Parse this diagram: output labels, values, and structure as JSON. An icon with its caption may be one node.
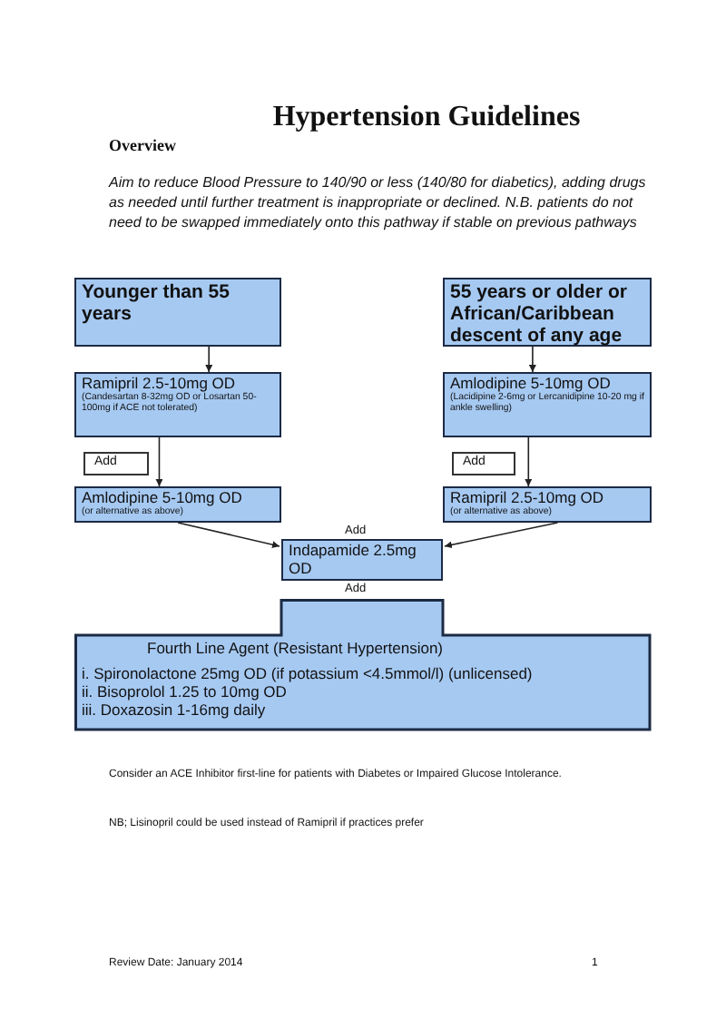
{
  "diagram": {
    "title": "Hypertension Guidelines",
    "nodes": [
      {
        "text": [
          "Younger than 55 years"
        ]
      },
      {
        "text": [
          "55 years or older or African/Caribbean descent of any age"
        ]
      },
      {
        "text": [
          "Ramipril 2.5-10mg OD",
          "(Candesartan 8-32mg OD or Losartan 50-100mg if ACE not tolerated)"
        ]
      },
      {
        "text": [
          "Add"
        ]
      },
      {
        "text": [
          "Amlodipine 5-10mg OD",
          "(or alternative as above)"
        ]
      },
      {
        "text": [
          "Amlodipine 5-10mg OD",
          "(Lacidipine 2-6mg or Lercanidipine 10-20 mg if ankle swelling)"
        ]
      },
      {
        "text": [
          "Add"
        ]
      },
      {
        "text": [
          "Ramipril 2.5-10mg OD",
          "(or alternative as above)"
        ]
      },
      {
        "text": [
          "Indapamide 2.5mg OD"
        ]
      },
      {
        "text": [
          "Fourth Line Agent  (Resistant Hypertension)",
          "i.  Spironolactone 25mg OD (if potassium <4.5mmol/l) (unlicensed)",
          "ii.  Bisoprolol 1.25 to 10mg OD",
          "iii.  Doxazosin 1-16mg daily"
        ]
      }
    ],
    "edges": [
      {
        "from": 0,
        "to": 2,
        "arrow": "to"
      },
      {
        "from": 1,
        "to": 5,
        "arrow": "to"
      },
      {
        "from": 2,
        "to": 4,
        "arrow": "to"
      },
      {
        "from": 5,
        "to": 7,
        "arrow": "to"
      },
      {
        "from": 4,
        "to": 8,
        "arrow": "to"
      },
      {
        "from": 7,
        "to": 8,
        "arrow": "to"
      }
    ],
    "labels": [
      "Overview",
      "Aim to reduce Blood Pressure to 140/90 or less (140/80 for diabetics), adding drugs as needed until further treatment is inappropriate or declined. N.B. patients do not need to be swapped immediately onto this pathway if stable on previous pathways",
      "Add",
      "Add",
      "Consider an ACE Inhibitor first-line for patients with Diabetes or Impaired Glucose Intolerance.",
      "NB; Lisinopril could be used instead of Ramipril if practices prefer",
      "Review Date:  January 2014",
      "1"
    ]
  }
}
